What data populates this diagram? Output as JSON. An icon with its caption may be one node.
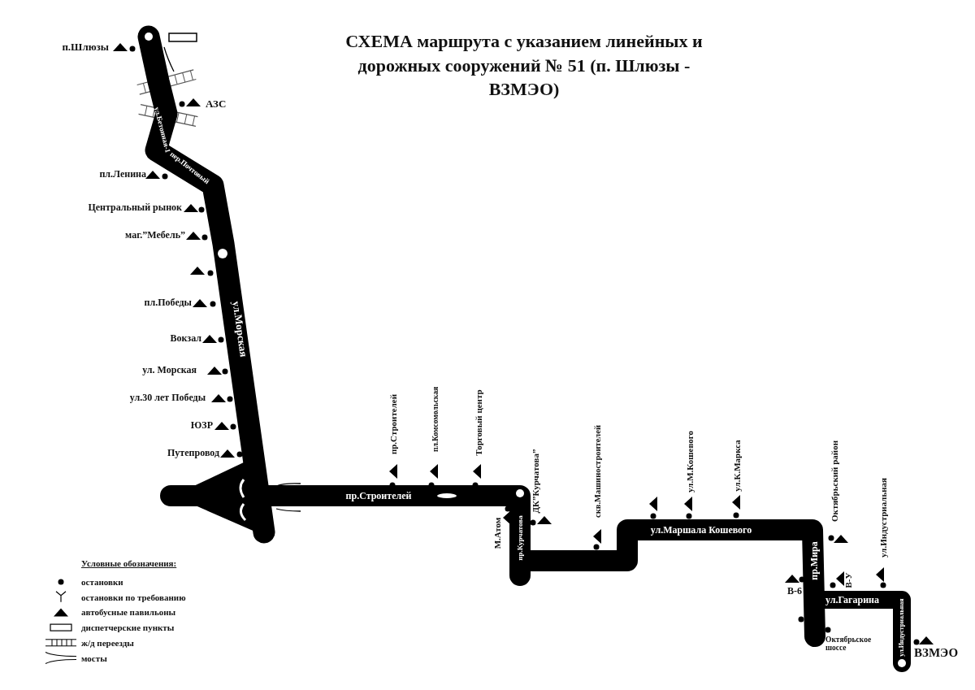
{
  "diagram": {
    "title": "СХЕМА маршрута с указанием линейных и дорожных сооружений № 51 (п. Шлюзы - ВЗМЭО)",
    "labels": [
      "п.Шлюзы",
      "АЗС",
      "ул.Бетонная-1",
      "пер.Почтовый",
      "пл.Ленина",
      "Центральный рынок",
      "маг.”Мебель”",
      "пл.Победы",
      "ул.Морская",
      "Вокзал",
      "ул. Морская",
      "ул.30 лет Победы",
      "ЮЗР",
      "Путепровод",
      "пр.Строителей",
      "пл.Комсомольская",
      "Торговый центр",
      "пр.Строителей",
      "ДК”Курчатова”",
      "М.Атом",
      "пр.Курчатова",
      "скв.Машиностроителей",
      "ул.М.Кошевого",
      "ул.К.Маркса",
      "ул.Маршала Кошевого",
      "Октябрьский район",
      "пр.Мира",
      "ул.Индустриальная",
      "В-6",
      "В-У",
      "ул.Гагарина",
      "ул.Индустриальная",
      "Октябрьское шоссе",
      "ВЗМЭО",
      "Условные обозначения:"
    ],
    "legend": [
      {
        "text": "остановки"
      },
      {
        "text": "остановки по требованию"
      },
      {
        "text": "автобусные павильоны"
      },
      {
        "text": "диспетчерские пункты"
      },
      {
        "text": "ж/д переезды"
      },
      {
        "text": "мосты"
      }
    ]
  }
}
